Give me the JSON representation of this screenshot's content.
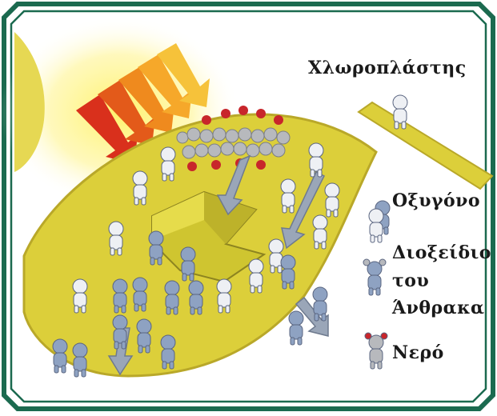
{
  "labels": {
    "chloroplast": "Χλωροπλάστης",
    "oxygen": "Οξυγόνο",
    "co2_line1": "Διοξείδιο",
    "co2_line2": "του",
    "co2_line3": "Άνθρακα",
    "water": "Νερό"
  },
  "colors": {
    "frame": "#1b6a4f",
    "leaf": "#dccf3a",
    "leaf_edge": "#b9a829",
    "sun_glow": "#fff36b",
    "arrow_red": "#d9301c",
    "arrow_orange": "#ef8a1e",
    "arrow_yellow": "#f6c23a",
    "figure_blue": "#8ea2c2",
    "figure_white": "#eef0f4",
    "oxygen_red": "#c8262b",
    "molecule_gray": "#b7b9bd",
    "chloroplast_block": "#cfc530"
  },
  "icons": [
    "sun-arrow-icon",
    "oxygen-molecule-icon",
    "co2-molecule-icon",
    "water-molecule-icon",
    "cartoon-figure-icon"
  ]
}
